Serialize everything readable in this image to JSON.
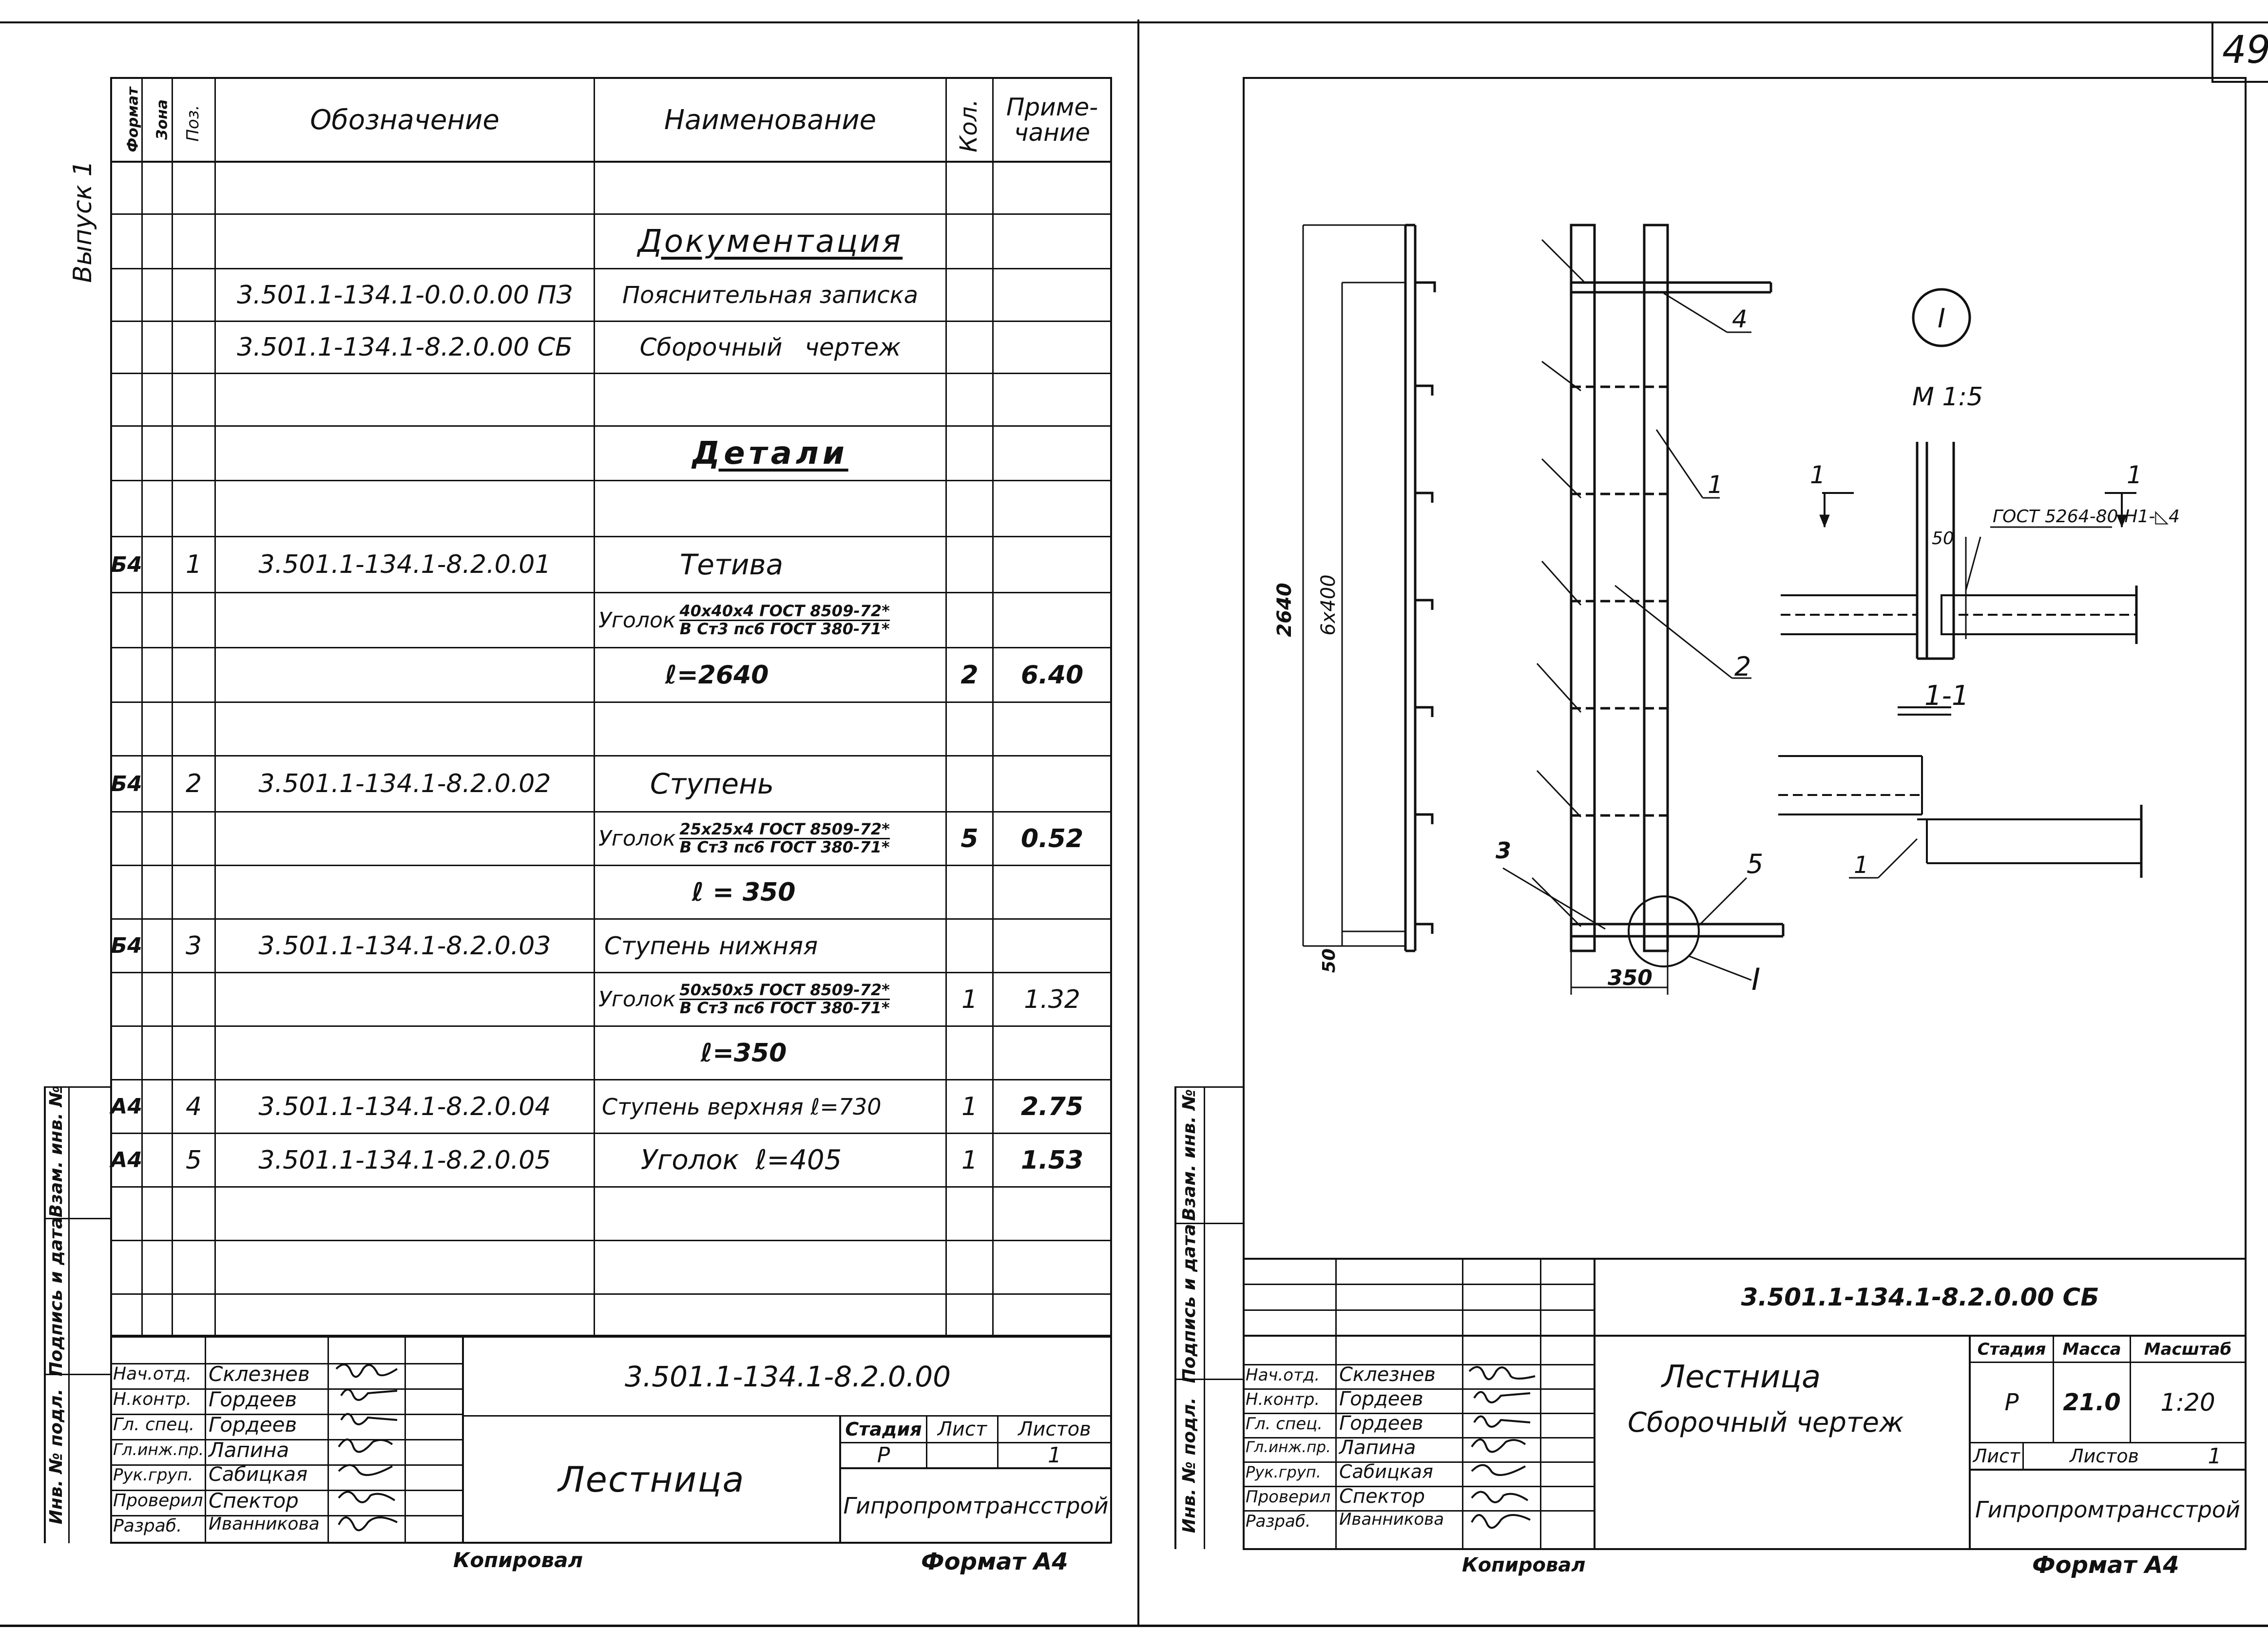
{
  "page_number": "49",
  "left_sheet": {
    "vertical_label": "Выпуск 1",
    "headers": {
      "format": "Формат",
      "zone": "Зона",
      "pos": "Поз.",
      "designation": "Обозначение",
      "name": "Наименование",
      "qty": "Кол.",
      "note": "Приме-чание"
    },
    "section_docs": "Документация",
    "docs": [
      {
        "designation": "3.501.1-134.1-0.0.0.00 ПЗ",
        "name": "Пояснительная записка"
      },
      {
        "designation": "3.501.1-134.1-8.2.0.00 СБ",
        "name": "Сборочный чертеж"
      }
    ],
    "section_parts": "Детали",
    "parts": [
      {
        "format": "Б4",
        "pos": "1",
        "designation": "3.501.1-134.1-8.2.0.01",
        "name": "Тетива",
        "material_prefix": "Уголок",
        "material_top": "40х40х4 ГОСТ 8509-72*",
        "material_bottom": "В Ст3 пс6 ГОСТ 380-71*",
        "length": "ℓ=2640",
        "qty": "2",
        "note": "6.40"
      },
      {
        "format": "Б4",
        "pos": "2",
        "designation": "3.501.1-134.1-8.2.0.02",
        "name": "Ступень",
        "material_prefix": "Уголок",
        "material_top": "25х25х4 ГОСТ 8509-72*",
        "material_bottom": "В Ст3 пс6 ГОСТ 380-71*",
        "length": "ℓ = 350",
        "qty": "5",
        "note": "0.52"
      },
      {
        "format": "Б4",
        "pos": "3",
        "designation": "3.501.1-134.1-8.2.0.03",
        "name": "Ступень нижняя",
        "material_prefix": "Уголок",
        "material_top": "50х50х5 ГОСТ 8509-72*",
        "material_bottom": "В Ст3 пс6 ГОСТ 380-71*",
        "length": "ℓ=350",
        "qty": "1",
        "note": "1.32"
      },
      {
        "format": "А4",
        "pos": "4",
        "designation": "3.501.1-134.1-8.2.0.04",
        "name": "Ступень верхняя ℓ=730",
        "qty": "1",
        "note": "2.75"
      },
      {
        "format": "А4",
        "pos": "5",
        "designation": "3.501.1-134.1-8.2.0.05",
        "name": "Уголок ℓ=405",
        "qty": "1",
        "note": "1.53"
      }
    ],
    "side_labels": [
      "Инв. № подл.",
      "Подпись и дата",
      "Взам. инв. №"
    ],
    "title_block": {
      "roles": [
        "Нач.отд.",
        "Н.контр.",
        "Гл. спец.",
        "Гл.инж.пр.",
        "Рук.груп.",
        "Проверил",
        "Разраб."
      ],
      "names": [
        "Склезнев",
        "Гордеев",
        "Гордеев",
        "Лапина",
        "Сабицкая",
        "Спектор",
        "Иванникова"
      ],
      "code": "3.501.1-134.1-8.2.0.00",
      "title": "Лестница",
      "stage_label": "Стадия",
      "sheet_label": "Лист",
      "sheets_label": "Листов",
      "stage": "Р",
      "sheets": "1",
      "org": "Гипропромтрансстрой"
    },
    "copied": "Копировал",
    "format": "Формат А4"
  },
  "right_sheet": {
    "drawing": {
      "dim_total": "2640",
      "dim_steps": "6х400",
      "dim_bottom": "50",
      "dim_width": "350",
      "callouts": [
        "4",
        "1",
        "2",
        "3",
        "5"
      ],
      "node_mark": "I",
      "node_scale": "М 1:5",
      "section_mark": "1",
      "section_title": "1-1",
      "weld_dim": "50",
      "weld_note": "ГОСТ 5264-80-Н1-◺4",
      "section_part": "1"
    },
    "side_labels": [
      "Инв. № подл.",
      "Подпись и дата",
      "Взам. инв. №"
    ],
    "title_block": {
      "code": "3.501.1-134.1-8.2.0.00 СБ",
      "roles": [
        "Нач.отд.",
        "Н.контр.",
        "Гл. спец.",
        "Гл.инж.пр.",
        "Рук.груп.",
        "Проверил",
        "Разраб."
      ],
      "names": [
        "Склезнев",
        "Гордеев",
        "Гордеев",
        "Лапина",
        "Сабицкая",
        "Спектор",
        "Иванникова"
      ],
      "title_line1": "Лестница",
      "title_line2": "Сборочный чертеж",
      "stage_label": "Стадия",
      "mass_label": "Масса",
      "scale_label": "Масштаб",
      "stage": "Р",
      "mass": "21.0",
      "scale": "1:20",
      "sheet_label": "Лист",
      "sheets_label": "Листов",
      "sheets": "1",
      "org": "Гипропромтрансстрой"
    },
    "copied": "Копировал",
    "format": "Формат А4"
  }
}
